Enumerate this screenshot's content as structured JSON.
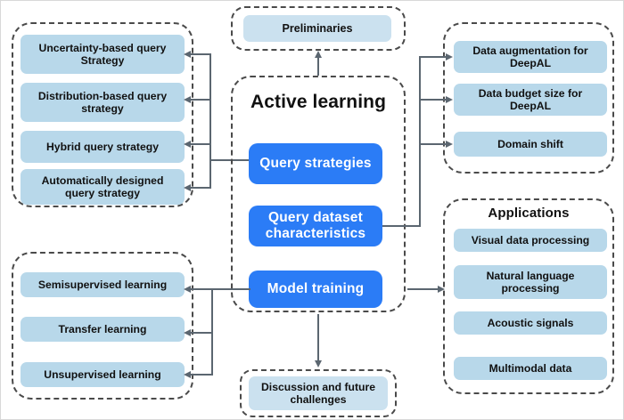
{
  "figure": {
    "title": "Active learning survey taxonomy diagram",
    "colors": {
      "primary_blue": "#2b7cf6",
      "light_blue": "#b8d8ea",
      "pale_blue": "#cbe1ef",
      "connector_gray": "#5b6670",
      "dashed_border": "#4a4a4a",
      "text_dark": "#111111",
      "text_light": "#ffffff"
    }
  },
  "preliminaries": {
    "label": "Preliminaries"
  },
  "active_learning": {
    "title": "Active learning",
    "nodes": [
      {
        "label": "Query strategies"
      },
      {
        "label": "Query dataset characteristics"
      },
      {
        "label": "Model training"
      }
    ]
  },
  "query_strategies_group": {
    "items": [
      {
        "label": "Uncertainty-based query Strategy"
      },
      {
        "label": "Distribution-based query strategy"
      },
      {
        "label": "Hybrid query strategy"
      },
      {
        "label": "Automatically designed query strategy"
      }
    ]
  },
  "dataset_characteristics_group": {
    "items": [
      {
        "label": "Data augmentation  for DeepAL"
      },
      {
        "label": "Data budget size for DeepAL"
      },
      {
        "label": "Domain shift"
      }
    ]
  },
  "model_training_group": {
    "items": [
      {
        "label": "Semisupervised learning"
      },
      {
        "label": "Transfer learning"
      },
      {
        "label": "Unsupervised learning"
      }
    ]
  },
  "applications_group": {
    "title": "Applications",
    "items": [
      {
        "label": "Visual data processing"
      },
      {
        "label": "Natural language processing"
      },
      {
        "label": "Acoustic signals"
      },
      {
        "label": "Multimodal data"
      }
    ]
  },
  "discussion": {
    "label": "Discussion and future challenges"
  }
}
